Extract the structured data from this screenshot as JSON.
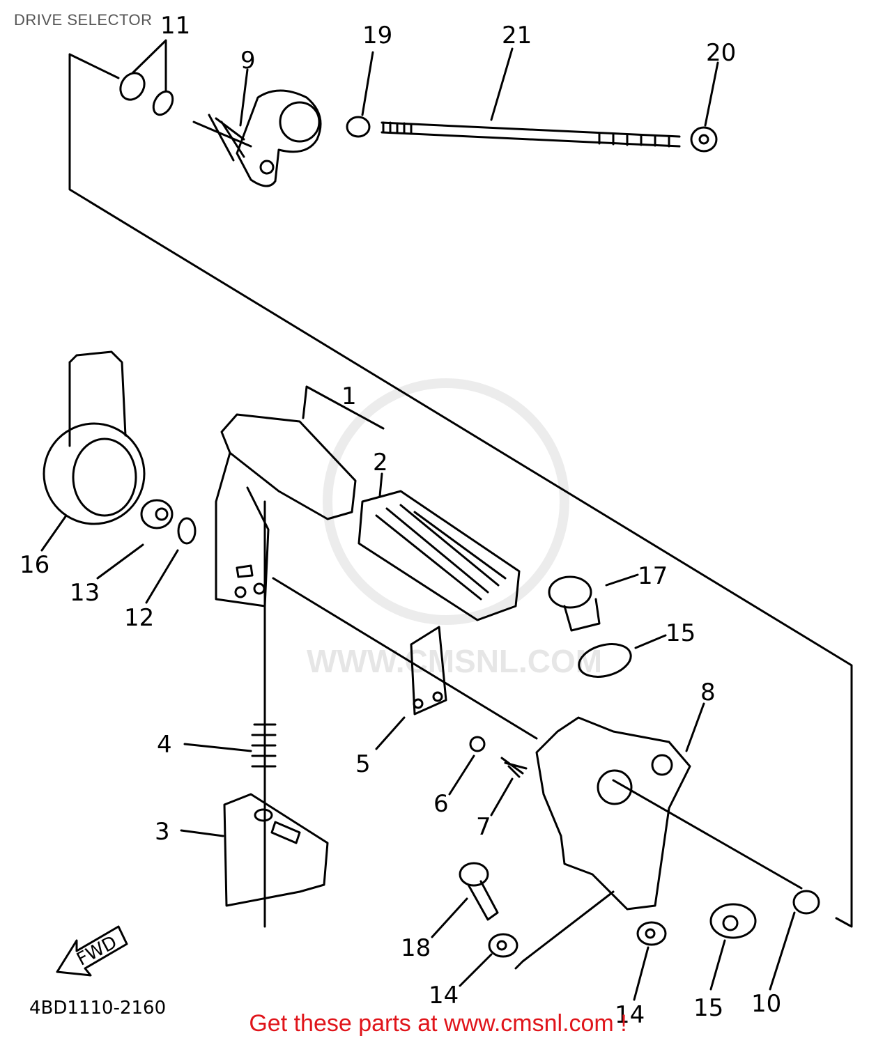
{
  "header": {
    "title": "DRIVE SELECTOR"
  },
  "callouts": {
    "p1": "1",
    "p2": "2",
    "p3": "3",
    "p4": "4",
    "p5": "5",
    "p6": "6",
    "p7": "7",
    "p8": "8",
    "p9": "9",
    "p10": "10",
    "p11": "11",
    "p12": "12",
    "p13": "13",
    "p14a": "14",
    "p14b": "14",
    "p15a": "15",
    "p15b": "15",
    "p16": "16",
    "p17": "17",
    "p18": "18",
    "p19": "19",
    "p20": "20",
    "p21": "21"
  },
  "direction_arrow": "FWD",
  "drawing_code": "4BD1110-2160",
  "watermark": "WWW.CMSNL.COM",
  "footer": {
    "text": "Get these parts at www.cmsnl.com !"
  },
  "colors": {
    "footer_text": "#e0141a",
    "title_text": "#555555",
    "line": "#000000",
    "watermark": "#e6e6e6"
  }
}
